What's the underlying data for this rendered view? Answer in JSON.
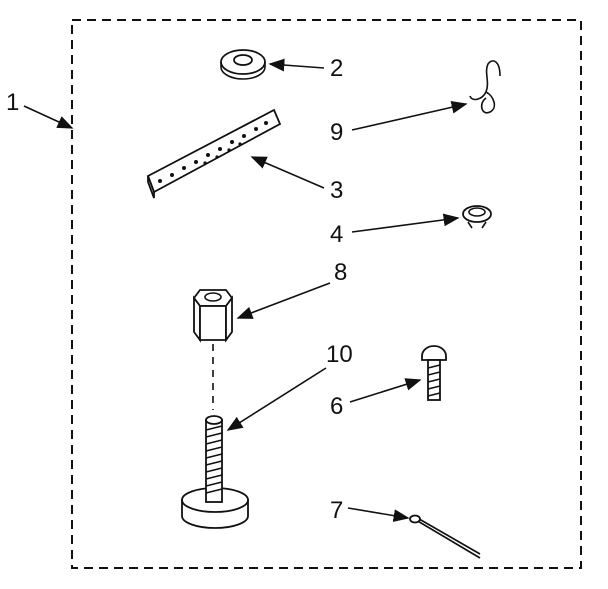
{
  "callouts": {
    "kit": "1",
    "washer": "2",
    "strap": "3",
    "clip": "4",
    "bolt": "6",
    "pin": "7",
    "nut": "8",
    "hook": "9",
    "foot": "10"
  }
}
